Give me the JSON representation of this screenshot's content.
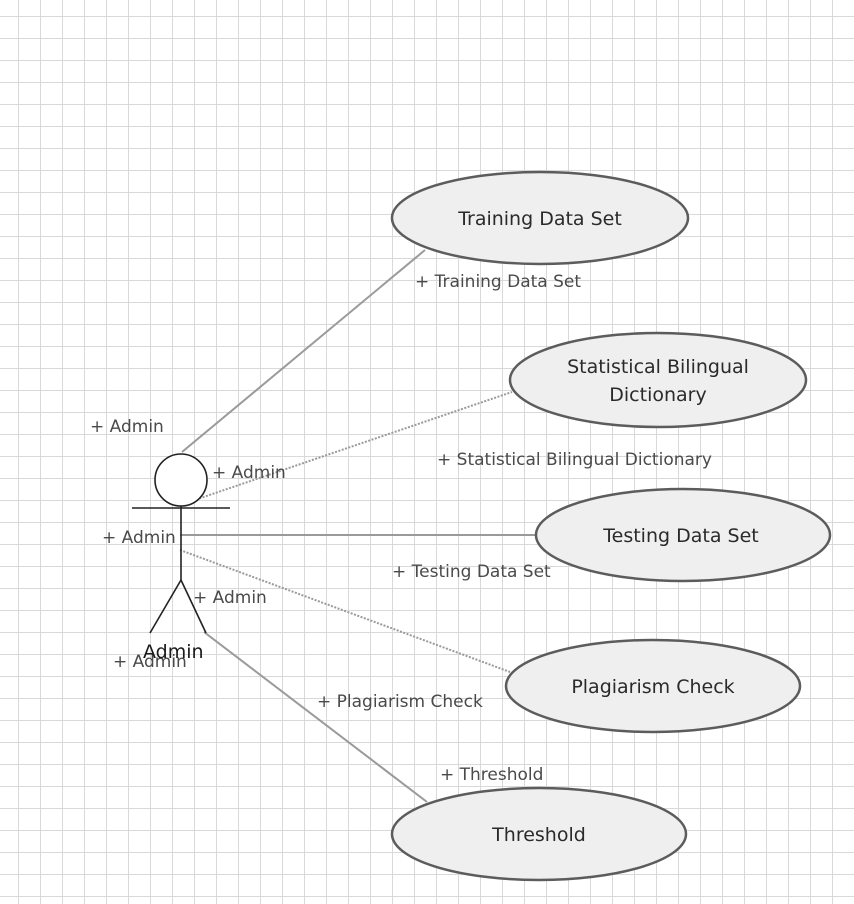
{
  "actor": {
    "name": "Admin"
  },
  "use_cases": [
    {
      "id": "training",
      "label_lines": [
        "Training Data Set"
      ],
      "role": "+ Training Data Set",
      "actor_role": "+ Admin"
    },
    {
      "id": "dictionary",
      "label_lines": [
        "Statistical Bilingual",
        "Dictionary"
      ],
      "role": "+ Statistical Bilingual Dictionary",
      "actor_role": "+ Admin"
    },
    {
      "id": "testing",
      "label_lines": [
        "Testing Data Set"
      ],
      "role": "+ Testing Data Set",
      "actor_role": "+ Admin"
    },
    {
      "id": "plagiarism",
      "label_lines": [
        "Plagiarism Check"
      ],
      "role": "+ Plagiarism Check",
      "actor_role": "+ Admin"
    },
    {
      "id": "threshold",
      "label_lines": [
        "Threshold"
      ],
      "role": "+ Threshold",
      "actor_role": "+ Admin"
    }
  ]
}
